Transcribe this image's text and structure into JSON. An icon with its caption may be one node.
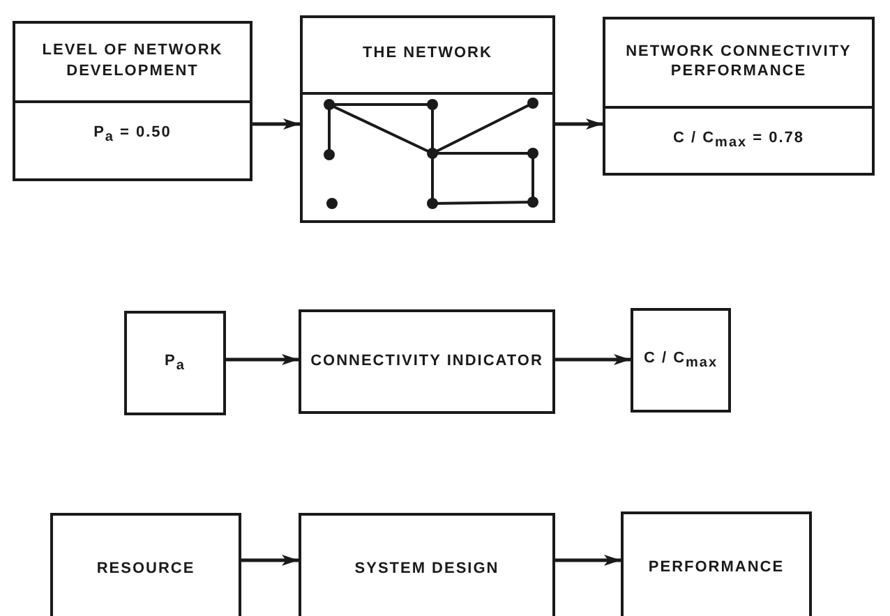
{
  "diagram": {
    "nodes": [
      {
        "text": [
          "LEVEL OF NETWORK DEVELOPMENT",
          "P$_{a}$ = 0.50"
        ]
      },
      {
        "text": [
          "THE NETWORK"
        ]
      },
      {
        "text": [
          "NETWORK CONNECTIVITY PERFORMANCE",
          "C / C$_{max}$ = 0.78"
        ]
      },
      {
        "text": [
          "P$_{a}$"
        ]
      },
      {
        "text": [
          "CONNECTIVITY INDICATOR"
        ]
      },
      {
        "text": [
          "C / C$_{max}$"
        ]
      },
      {
        "text": [
          "RESOURCE"
        ]
      },
      {
        "text": [
          "SYSTEM DESIGN"
        ]
      },
      {
        "text": [
          "PERFORMANCE"
        ]
      }
    ],
    "edges": [
      {
        "from": 0,
        "to": 1,
        "arrow": "to"
      },
      {
        "from": 1,
        "to": 2,
        "arrow": "to"
      },
      {
        "from": 3,
        "to": 4,
        "arrow": "to"
      },
      {
        "from": 4,
        "to": 5,
        "arrow": "to"
      },
      {
        "from": 6,
        "to": 7,
        "arrow": "to"
      },
      {
        "from": 7,
        "to": 8,
        "arrow": "to"
      }
    ]
  }
}
